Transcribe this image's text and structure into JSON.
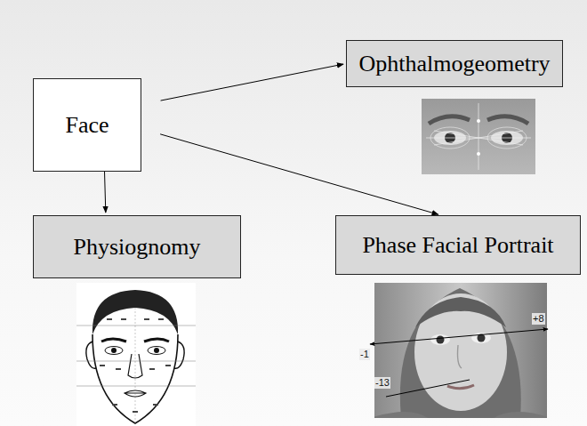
{
  "diagram": {
    "nodes": [
      {
        "text": [
          "Face"
        ]
      },
      {
        "text": [
          "Ophthalmogeometry"
        ]
      },
      {
        "text": [
          "Physiognomy"
        ]
      },
      {
        "text": [
          "Phase Facial Portrait"
        ]
      }
    ],
    "edges": [
      {
        "from": 0,
        "to": 1,
        "arrow": "to"
      },
      {
        "from": 0,
        "to": 2,
        "arrow": "to"
      },
      {
        "from": 0,
        "to": 3,
        "arrow": "to"
      }
    ],
    "labels": [
      "-1",
      "+8",
      "-13"
    ]
  }
}
